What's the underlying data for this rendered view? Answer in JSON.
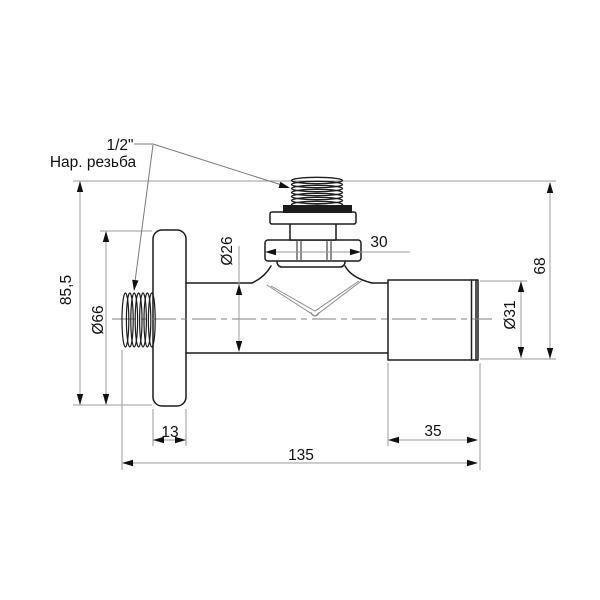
{
  "drawing": {
    "type": "technical-drawing",
    "subject": "angle-valve-side-view",
    "callout": {
      "size": "1/2\"",
      "note": "Нар. резьба"
    },
    "dimensions": {
      "overall_height": "85,5",
      "flange_diameter": "Ø66",
      "body_diameter": "Ø26",
      "nut_width": "30",
      "right_height": "68",
      "handle_diameter": "Ø31",
      "flange_thickness": "13",
      "handle_length": "35",
      "overall_length": "135"
    },
    "colors": {
      "outline": "#1c1c1c",
      "dimension_line": "#9b9b9b",
      "text": "#111111",
      "background": "#ffffff"
    }
  }
}
